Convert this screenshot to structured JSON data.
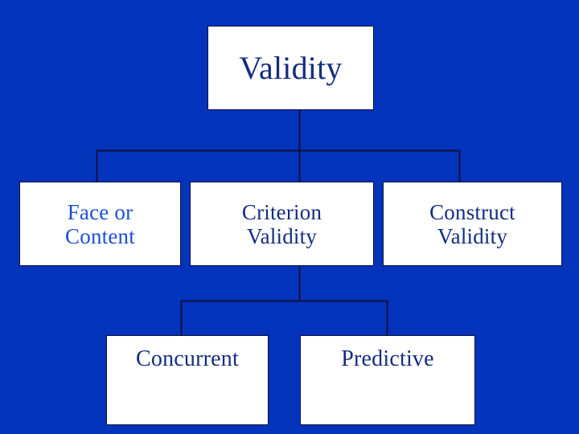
{
  "slide": {
    "background_color": "#0433BC",
    "box_fill_color": "#FFFFFF",
    "box_border_color": "#101038",
    "connector_color": "#101038",
    "text_color_dark": "#132C80",
    "text_color_bright": "#1B4FD4"
  },
  "diagram": {
    "type": "tree",
    "root": {
      "id": "validity",
      "label": "Validity"
    },
    "level2": [
      {
        "id": "face-content",
        "label": "Face or\nContent"
      },
      {
        "id": "criterion",
        "label": "Criterion\nValidity"
      },
      {
        "id": "construct",
        "label": "Construct\nValidity"
      }
    ],
    "level3": [
      {
        "id": "concurrent",
        "label": "Concurrent"
      },
      {
        "id": "predictive",
        "label": "Predictive"
      }
    ]
  }
}
